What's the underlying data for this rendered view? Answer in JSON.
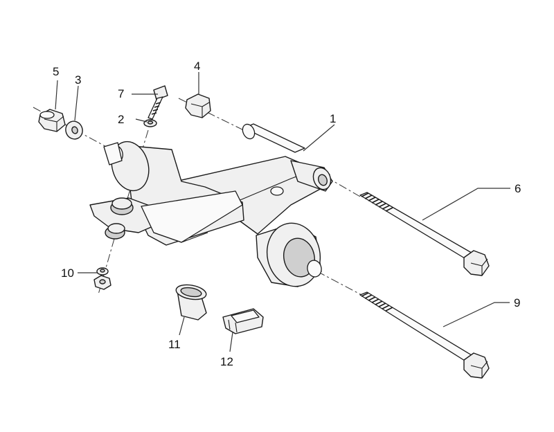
{
  "diagram": {
    "callouts": {
      "c1": "1",
      "c2": "2",
      "c3": "3",
      "c4": "4",
      "c5": "5",
      "c6": "6",
      "c7": "7",
      "c9": "9",
      "c10": "10",
      "c11": "11",
      "c12": "12"
    }
  }
}
